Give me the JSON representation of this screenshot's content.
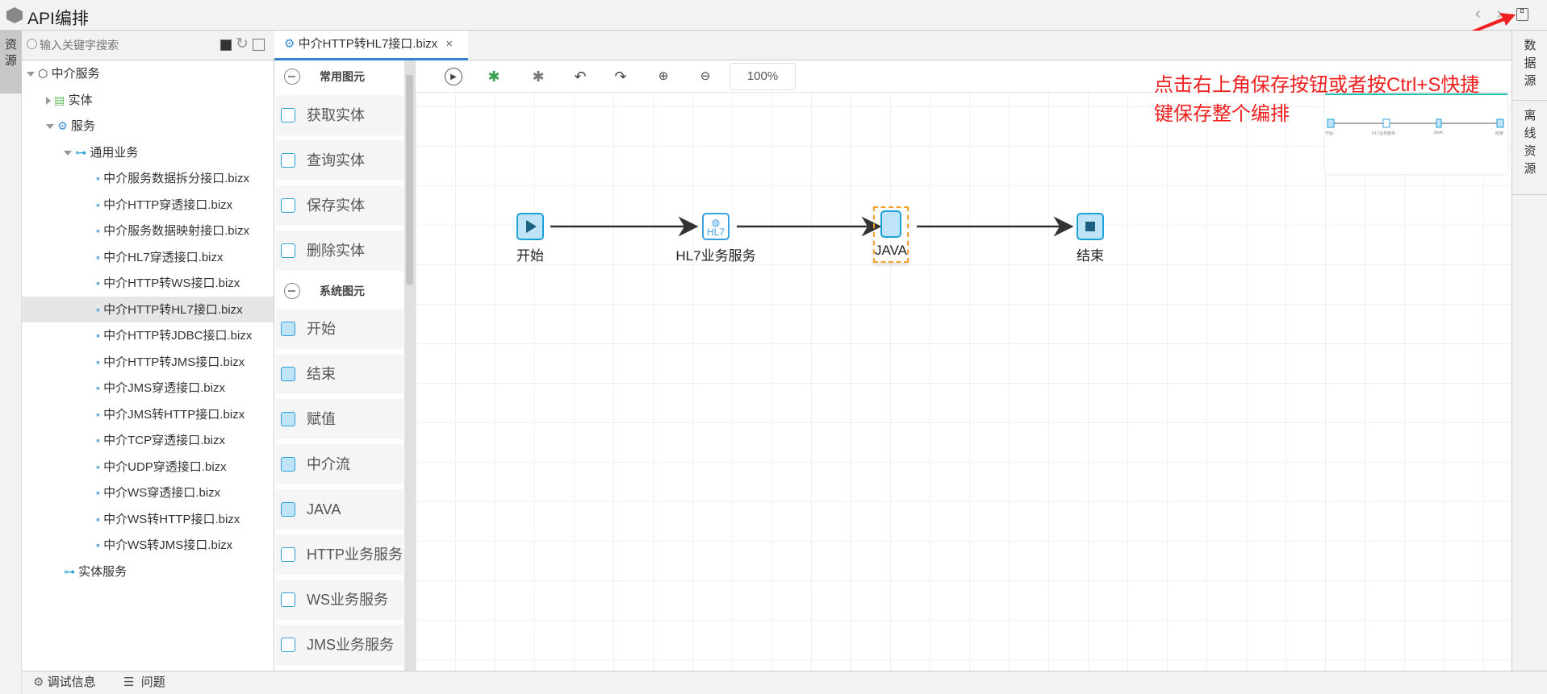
{
  "app": {
    "title": "API编排"
  },
  "left_rail": {
    "tab": "资源"
  },
  "right_rail": {
    "tabs": [
      "数据源",
      "离线资源"
    ]
  },
  "search": {
    "placeholder": "输入关键字搜索"
  },
  "tree": {
    "root": "中介服务",
    "entity": "实体",
    "service": "服务",
    "group": "通用业务",
    "files": [
      "中介服务数据拆分接口.bizx",
      "中介HTTP穿透接口.bizx",
      "中介服务数据映射接口.bizx",
      "中介HL7穿透接口.bizx",
      "中介HTTP转WS接口.bizx",
      "中介HTTP转HL7接口.bizx",
      "中介HTTP转JDBC接口.bizx",
      "中介HTTP转JMS接口.bizx",
      "中介JMS穿透接口.bizx",
      "中介JMS转HTTP接口.bizx",
      "中介TCP穿透接口.bizx",
      "中介UDP穿透接口.bizx",
      "中介WS穿透接口.bizx",
      "中介WS转HTTP接口.bizx",
      "中介WS转JMS接口.bizx"
    ],
    "selected_index": 5,
    "entity_service": "实体服务"
  },
  "tab": {
    "label": "中介HTTP转HL7接口.bizx"
  },
  "palette": {
    "common_header": "常用图元",
    "common": [
      "获取实体",
      "查询实体",
      "保存实体",
      "删除实体"
    ],
    "system_header": "系统图元",
    "system": [
      "开始",
      "结束",
      "赋值",
      "中介流",
      "JAVA",
      "HTTP业务服务",
      "WS业务服务",
      "JMS业务服务"
    ]
  },
  "toolbar": {
    "zoom": "100%"
  },
  "flow": {
    "nodes": [
      "开始",
      "HL7业务服务",
      "JAVA",
      "结束"
    ],
    "hl7_badge": "HL7"
  },
  "annotation": {
    "line1": "点击右上角保存按钮或者按Ctrl+S快捷",
    "line2": "键保存整个编排"
  },
  "minimap": {
    "nodes": [
      "开始",
      "HL7业务服务",
      "JAVA",
      "结束"
    ]
  },
  "bottom": {
    "debug": "调试信息",
    "problems": "问题"
  }
}
